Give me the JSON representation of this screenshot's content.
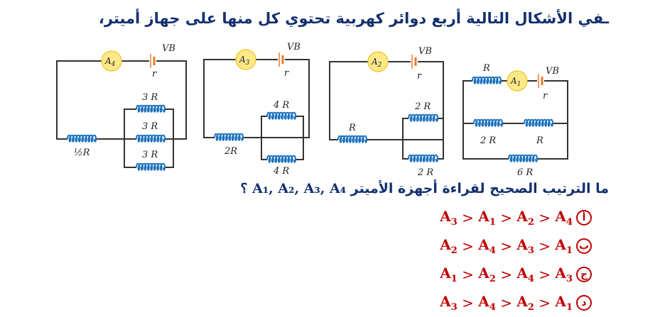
{
  "title": "ـفي الأشكال التالية أربع دوائر كهربية تحتوي كل منها على جهاز أميتر،",
  "question": {
    "text": "ما الترتيب الصحيح لقراءة أجهزة الأميتر",
    "ammeters": "A₁, A₂, A₃, A₄ ؟"
  },
  "circuits": {
    "c4": {
      "ammeter": "A4",
      "battery": "VB",
      "internal": "r",
      "series": "½R",
      "parallel": [
        "3 R",
        "3 R",
        "3 R"
      ]
    },
    "c3": {
      "ammeter": "A3",
      "battery": "VB",
      "internal": "r",
      "series": "2R",
      "parallel": [
        "4 R",
        "4 R"
      ]
    },
    "c2": {
      "ammeter": "A2",
      "battery": "VB",
      "internal": "r",
      "series": "R",
      "parallel": [
        "2 R",
        "2 R"
      ]
    },
    "c1": {
      "ammeter": "A1",
      "battery": "VB",
      "internal": "r",
      "series": "R",
      "middle": [
        "2 R",
        "R"
      ],
      "bottom": "6 R"
    }
  },
  "options": [
    {
      "letter": "أ",
      "order": [
        "A3",
        "A1",
        "A2",
        "A4"
      ]
    },
    {
      "letter": "ب",
      "order": [
        "A2",
        "A4",
        "A3",
        "A1"
      ]
    },
    {
      "letter": "ج",
      "order": [
        "A1",
        "A2",
        "A4",
        "A3"
      ]
    },
    {
      "letter": "د",
      "order": [
        "A3",
        "A4",
        "A2",
        "A1"
      ]
    }
  ],
  "colors": {
    "text": "#13306e",
    "answer": "#c00000",
    "resistor": "#1e73be",
    "ammeter": "#fde98a",
    "battery": "#e87a2d"
  }
}
